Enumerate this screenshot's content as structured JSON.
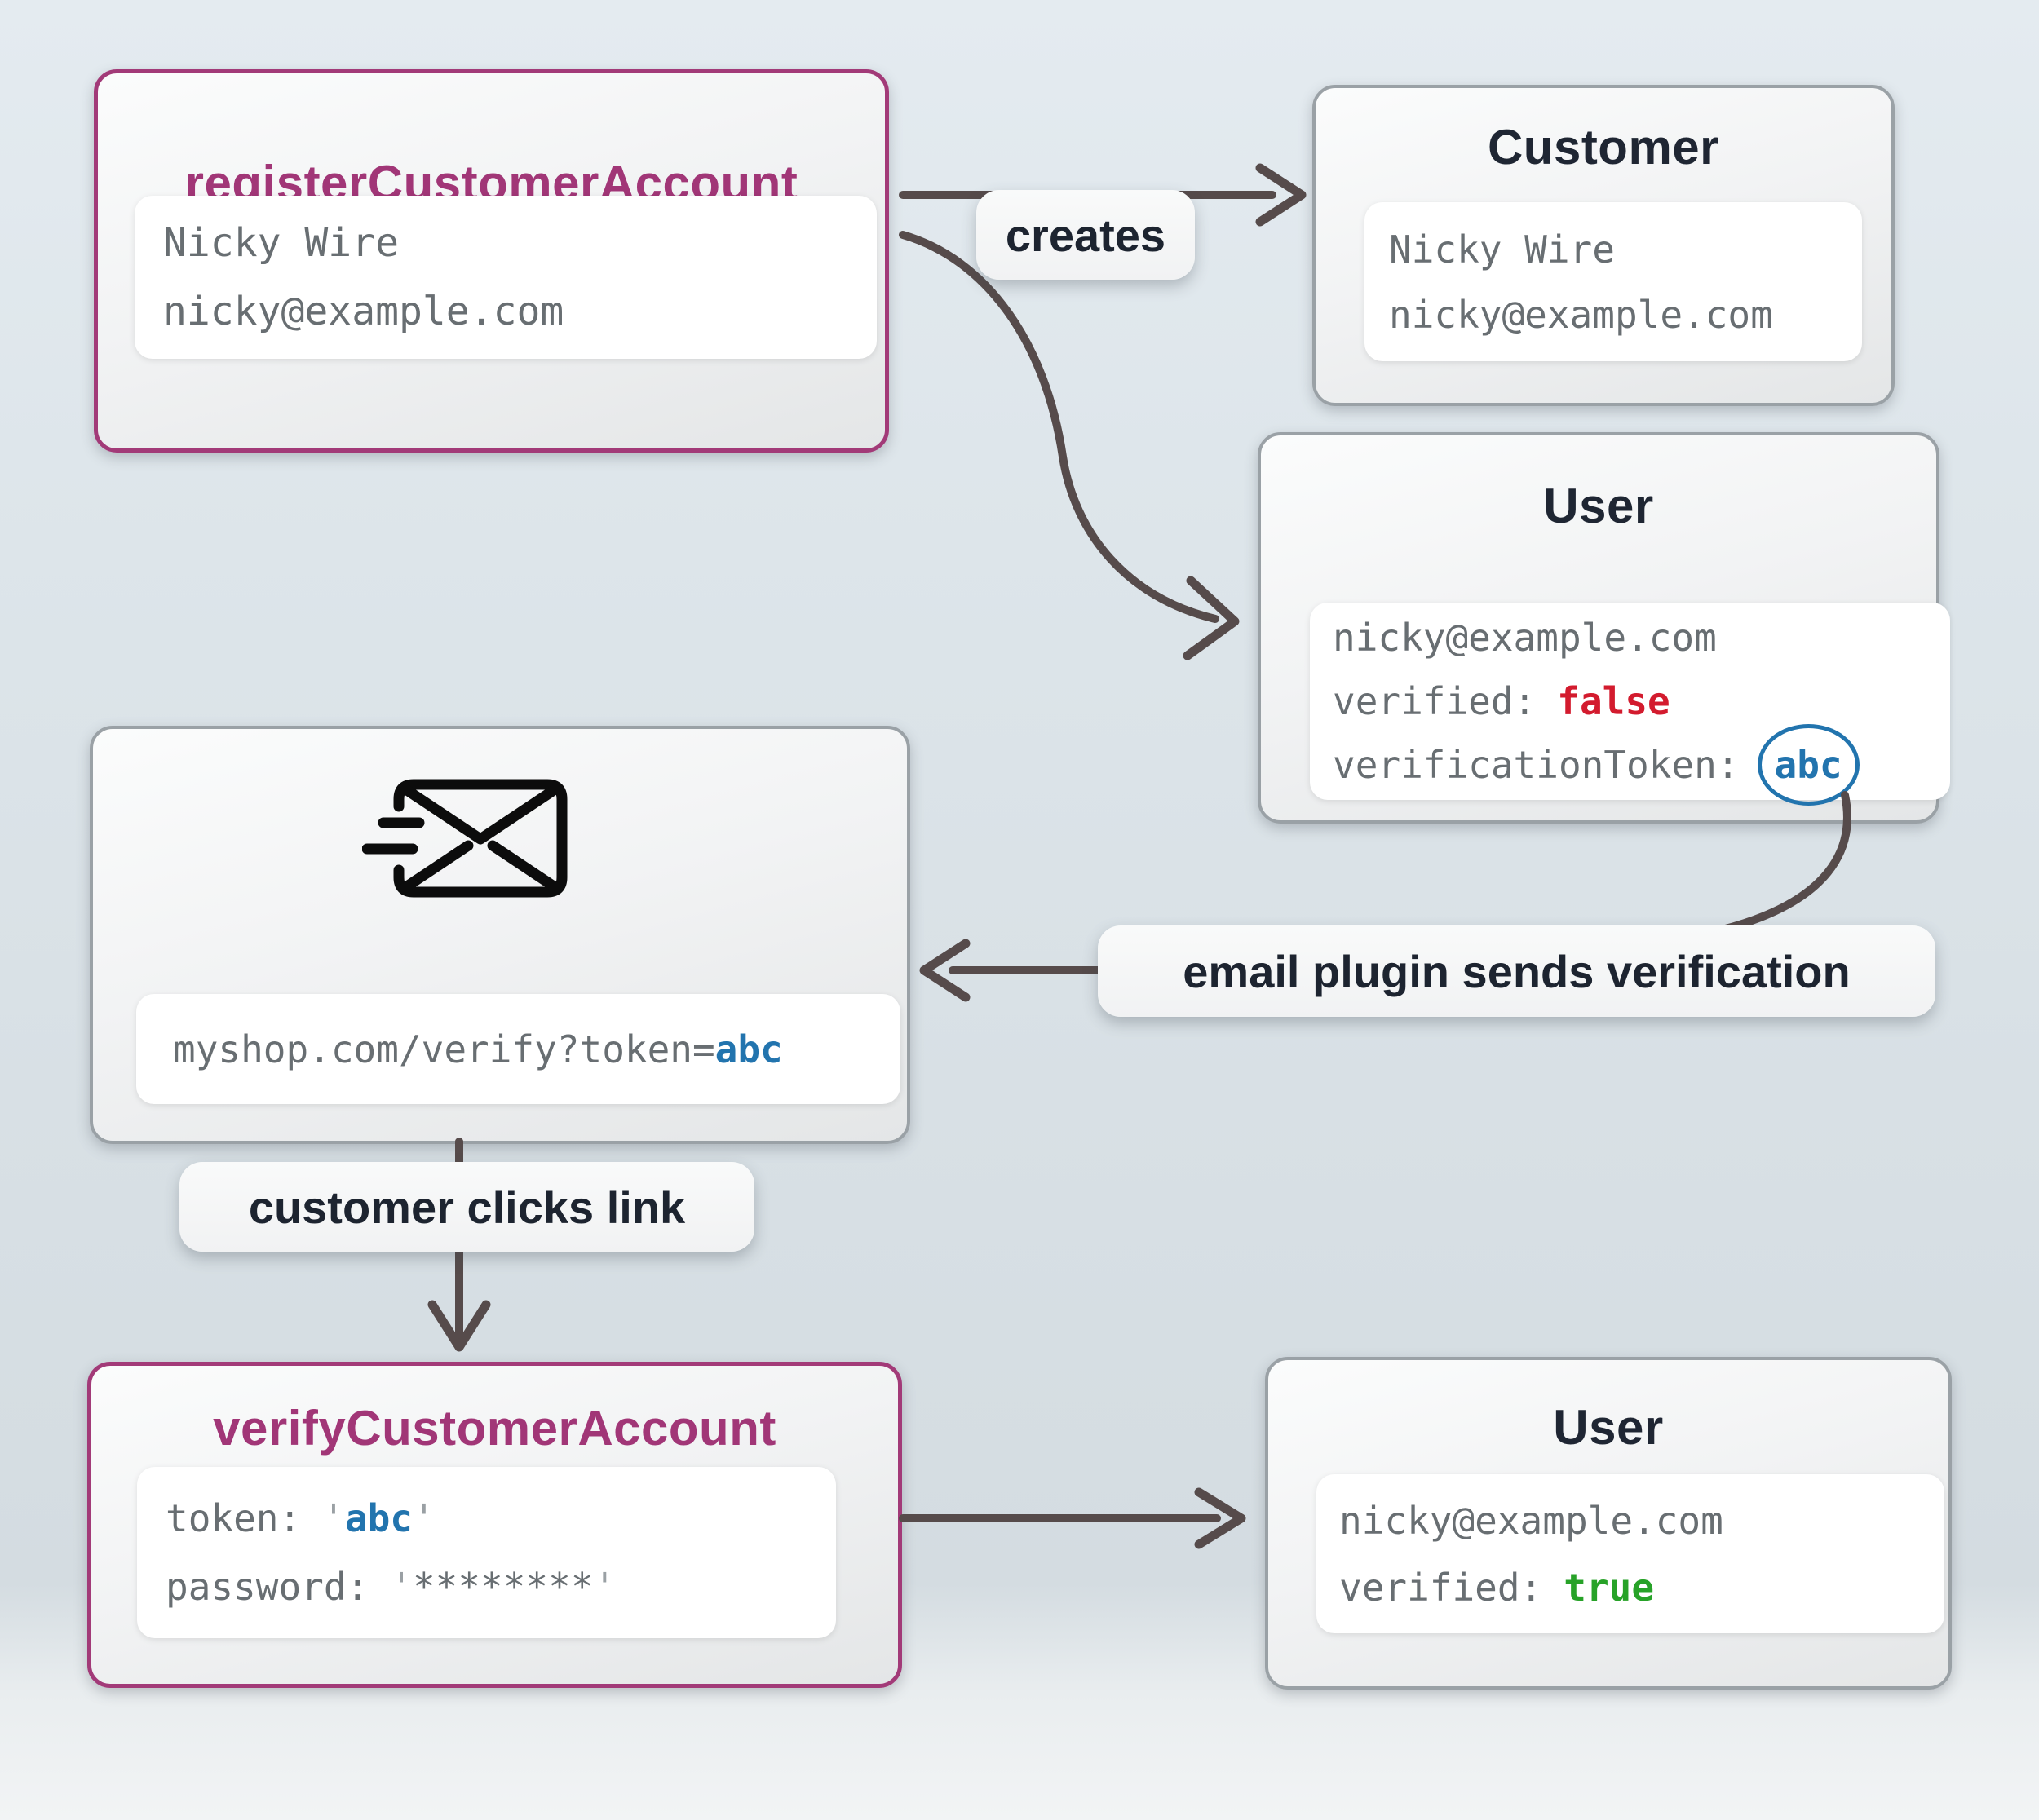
{
  "diagram": {
    "register": {
      "title": "registerCustomerAccount",
      "line1": "Nicky Wire",
      "line2": "nicky@example.com"
    },
    "creates_label": "creates",
    "customer": {
      "title": "Customer",
      "line1": "Nicky Wire",
      "line2": "nicky@example.com"
    },
    "user_unverified": {
      "title": "User",
      "email": "nicky@example.com",
      "verified_key": "verified:",
      "verified_value": "false",
      "token_key": "verificationToken:",
      "token_value": "abc"
    },
    "email_plugin_label": "email plugin sends verification",
    "email_node": {
      "icon": "mail-send-icon",
      "url_prefix": "myshop.com/verify?token=",
      "url_token": "abc"
    },
    "clicks_label": "customer clicks link",
    "verify": {
      "title": "verifyCustomerAccount",
      "token_key": "token:",
      "quote": "'",
      "token_value": "abc",
      "password_key": "password:",
      "password_value": "********"
    },
    "user_verified": {
      "title": "User",
      "email": "nicky@example.com",
      "verified_key": "verified:",
      "verified_value": "true"
    }
  },
  "colors": {
    "accent_purple": "#a13677",
    "value_red": "#d31b2e",
    "value_green": "#27a228",
    "value_blue": "#2274ae",
    "arrow": "#564b4b",
    "label_text": "#1d2430",
    "mono_gray": "#686e72"
  }
}
